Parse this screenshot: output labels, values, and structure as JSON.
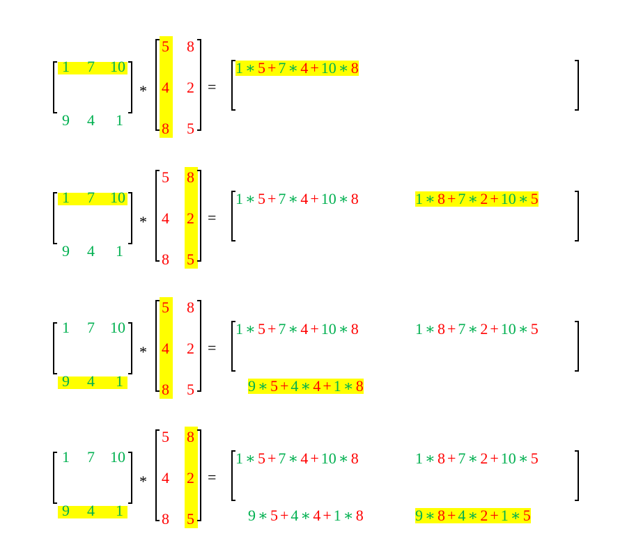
{
  "matrix_a": {
    "row1": [
      "1",
      "7",
      "10"
    ],
    "row2": [
      "9",
      "4",
      "1"
    ]
  },
  "matrix_b": {
    "row1": [
      "5",
      "8"
    ],
    "row2": [
      "4",
      "2"
    ],
    "row3": [
      "8",
      "5"
    ]
  },
  "symbols": {
    "multiply": "*",
    "equals": "="
  },
  "results": {
    "r11": [
      [
        "g",
        "1"
      ],
      [
        "op",
        "∗"
      ],
      [
        "r",
        "5"
      ],
      [
        "op",
        "+"
      ],
      [
        "g",
        "7"
      ],
      [
        "op",
        "∗"
      ],
      [
        "r",
        "4"
      ],
      [
        "op",
        "+"
      ],
      [
        "g",
        "10"
      ],
      [
        "op",
        "∗"
      ],
      [
        "r",
        "8"
      ]
    ],
    "r12": [
      [
        "g",
        "1"
      ],
      [
        "op",
        "∗"
      ],
      [
        "r",
        "8"
      ],
      [
        "op",
        "+"
      ],
      [
        "g",
        "7"
      ],
      [
        "op",
        "∗"
      ],
      [
        "r",
        "2"
      ],
      [
        "op",
        "+"
      ],
      [
        "g",
        "10"
      ],
      [
        "op",
        "∗"
      ],
      [
        "r",
        "5"
      ]
    ],
    "r21": [
      [
        "g",
        "9"
      ],
      [
        "op",
        "∗"
      ],
      [
        "r",
        "5"
      ],
      [
        "op",
        "+"
      ],
      [
        "g",
        "4"
      ],
      [
        "op",
        "∗"
      ],
      [
        "r",
        "4"
      ],
      [
        "op",
        "+"
      ],
      [
        "g",
        "1"
      ],
      [
        "op",
        "∗"
      ],
      [
        "r",
        "8"
      ]
    ],
    "r22": [
      [
        "g",
        "9"
      ],
      [
        "op",
        "∗"
      ],
      [
        "r",
        "8"
      ],
      [
        "op",
        "+"
      ],
      [
        "g",
        "4"
      ],
      [
        "op",
        "∗"
      ],
      [
        "r",
        "2"
      ],
      [
        "op",
        "+"
      ],
      [
        "g",
        "1"
      ],
      [
        "op",
        "∗"
      ],
      [
        "r",
        "5"
      ]
    ]
  },
  "steps": [
    {
      "a_row_highlight": 1,
      "b_col_highlight": 1,
      "shown": [
        "r11"
      ],
      "highlighted": "r11"
    },
    {
      "a_row_highlight": 1,
      "b_col_highlight": 2,
      "shown": [
        "r11",
        "r12"
      ],
      "highlighted": "r12"
    },
    {
      "a_row_highlight": 2,
      "b_col_highlight": 1,
      "shown": [
        "r11",
        "r12",
        "r21"
      ],
      "highlighted": "r21"
    },
    {
      "a_row_highlight": 2,
      "b_col_highlight": 2,
      "shown": [
        "r11",
        "r12",
        "r21",
        "r22"
      ],
      "highlighted": "r22"
    }
  ],
  "colors": {
    "green": "#00b050",
    "red": "#ff0000",
    "highlight": "#ffff00"
  }
}
